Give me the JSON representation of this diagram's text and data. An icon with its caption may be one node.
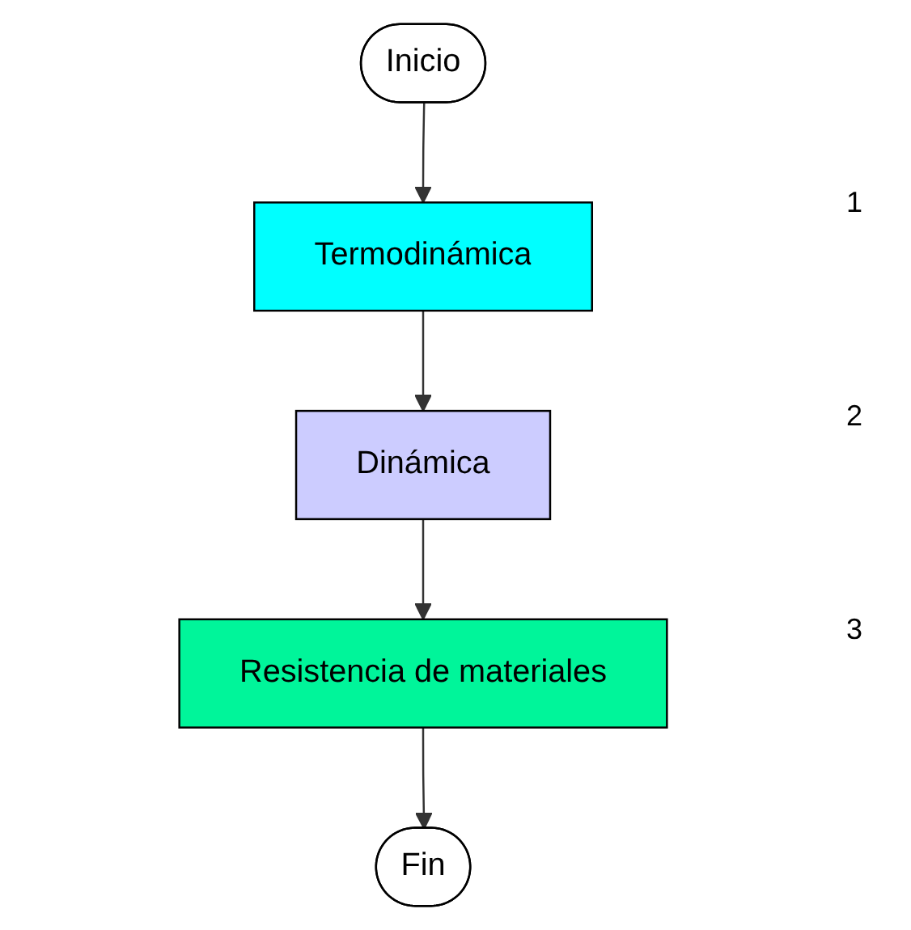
{
  "diagram": {
    "nodes": [
      {
        "text": [
          "Inicio"
        ]
      },
      {
        "text": [
          "Termodinámica"
        ]
      },
      {
        "text": [
          "Dinámica"
        ]
      },
      {
        "text": [
          "Resistencia de materiales"
        ]
      },
      {
        "text": [
          "Fin"
        ]
      }
    ],
    "edges": [
      {
        "from": 0,
        "to": 1,
        "arrow": "to"
      },
      {
        "from": 1,
        "to": 2,
        "arrow": "to"
      },
      {
        "from": 2,
        "to": 3,
        "arrow": "to"
      },
      {
        "from": 3,
        "to": 4,
        "arrow": "to"
      }
    ],
    "labels": [
      "1",
      "2",
      "3"
    ]
  }
}
